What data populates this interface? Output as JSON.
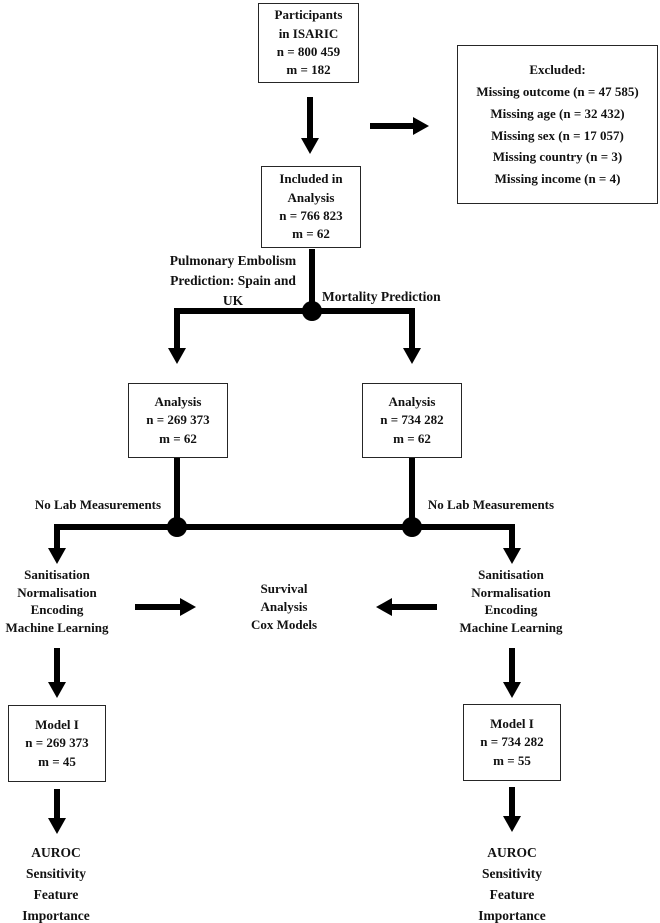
{
  "colors": {
    "line": "#000000",
    "border": "#262626",
    "text": "#121212",
    "background": "#ffffff"
  },
  "nodes": {
    "participants": {
      "title": "Participants\nin ISARIC",
      "n": "n = 800 459",
      "m": "m = 182"
    },
    "excluded": {
      "title": "Excluded:",
      "lines": [
        "Missing outcome (n = 47 585)",
        "Missing age (n = 32 432)",
        "Missing sex (n = 17 057)",
        "Missing country (n = 3)",
        "Missing income (n = 4)"
      ]
    },
    "included": {
      "title": "Included in\nAnalysis",
      "n": "n = 766 823",
      "m": "m = 62"
    },
    "analysis_pe": {
      "title": "Analysis",
      "n": "n = 269 373",
      "m": "m = 62"
    },
    "analysis_mortality": {
      "title": "Analysis",
      "n": "n = 734 282",
      "m": "m = 62"
    },
    "model_pe": {
      "title": "Model I",
      "n": "n = 269 373",
      "m": "m = 45"
    },
    "model_mortality": {
      "title": "Model I",
      "n": "n = 734 282",
      "m": "m = 55"
    }
  },
  "labels": {
    "pe_branch": "Pulmonary Embolism\nPrediction: Spain and\nUK",
    "mortality_branch": "Mortality Prediction",
    "no_lab_left": "No Lab Measurements",
    "no_lab_right": "No Lab Measurements"
  },
  "process_left": "Sanitisation\nNormalisation\nEncoding\nMachine Learning",
  "process_right": "Sanitisation\nNormalisation\nEncoding\nMachine Learning",
  "survival": "Survival\nAnalysis\nCox Models",
  "outcomes_left": "AUROC\nSensitivity\nFeature\nImportance",
  "outcomes_right": "AUROC\nSensitivity\nFeature\nImportance"
}
